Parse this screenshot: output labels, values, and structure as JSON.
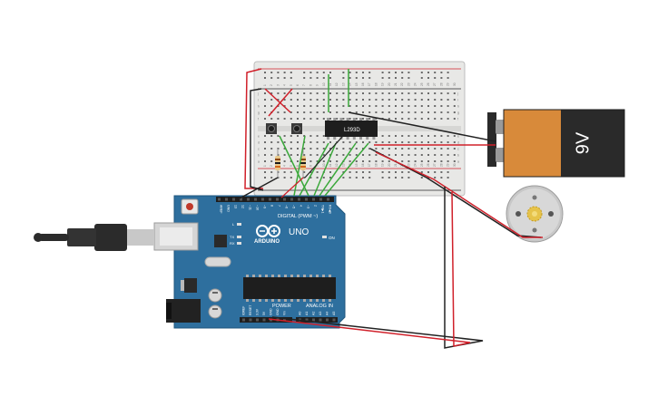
{
  "chip": {
    "label": "L293D"
  },
  "battery": {
    "label": "9V"
  },
  "arduino": {
    "brand": "ARDUINO",
    "model": "UNO",
    "on_label": "ON",
    "digital_header": "DIGITAL (PWM ~)",
    "power_header": "POWER",
    "analog_header": "ANALOG IN",
    "tx_label": "TX",
    "rx_label": "RX",
    "l_label": "L",
    "digital_pins": [
      "AREF",
      "GND",
      "13",
      "12",
      "~11",
      "~10",
      "~9",
      "8",
      "7",
      "~6",
      "~5",
      "4",
      "~3",
      "2",
      "TX▶1",
      "RX◀0"
    ],
    "power_pins": [
      "IOREF",
      "RESET",
      "3.3V",
      "5V",
      "GND",
      "GND",
      "Vin"
    ],
    "analog_pins": [
      "A0",
      "A1",
      "A2",
      "A3",
      "A4",
      "A5"
    ]
  },
  "breadboard": {
    "column_numbers": [
      "1",
      "2",
      "3",
      "4",
      "5",
      "6",
      "7",
      "8",
      "9",
      "10",
      "11",
      "12",
      "13",
      "14",
      "15",
      "16",
      "17",
      "18",
      "19",
      "20",
      "21",
      "22",
      "23",
      "24",
      "25",
      "26",
      "27",
      "28",
      "29",
      "30"
    ],
    "row_letters": [
      "a",
      "b",
      "c",
      "d",
      "e",
      "f",
      "g",
      "h",
      "i",
      "j"
    ]
  },
  "colors": {
    "board_blue": "#2e6f9e",
    "wire_red": "#d0202a",
    "wire_black": "#222222",
    "wire_green": "#3aa83a",
    "battery_orange": "#d88a3a",
    "battery_black": "#2a2a2a"
  }
}
